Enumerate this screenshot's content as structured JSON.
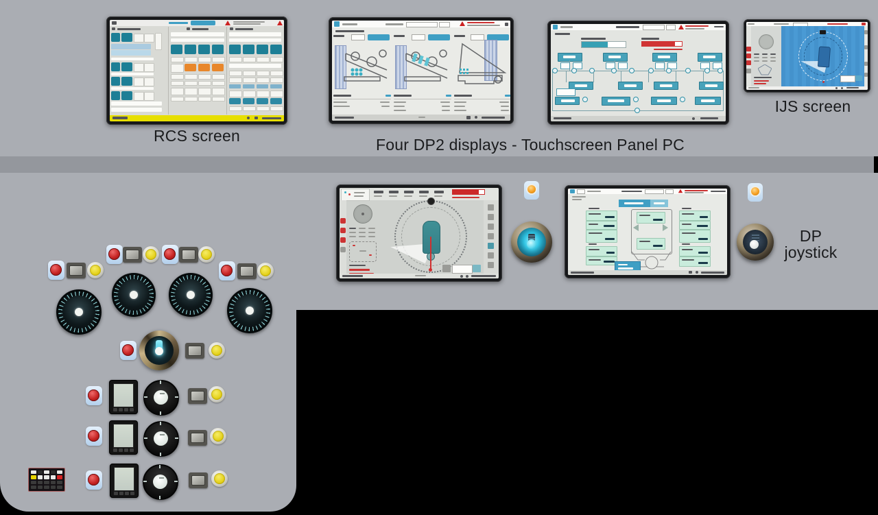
{
  "captions": {
    "rcs": "RCS screen",
    "dp2": "Four DP2 displays - Touchscreen Panel PC",
    "ijs": "IJS screen",
    "dp_joystick": "DP joystick"
  },
  "palette": {
    "console_gray": "#aaadb3",
    "divider_band": "#94979d",
    "background_void": "#000000",
    "rcs_teal_button": "#1d7f96",
    "rcs_orange_button": "#e8872b",
    "rcs_status_yellow": "#e7df00",
    "dp_accent_blue": "#3f9fc4",
    "power_mimic_teal": "#48a2ba",
    "alarm_red": "#d03434",
    "ijs_sea_blue": "#4694cc",
    "thruster_box_mint": "#c9ecdc",
    "vessel_teal": "#3f9096",
    "lamp_orange": "#f49c1c",
    "pushbutton_red": "#c42222",
    "pushbutton_yellow": "#e3cf14"
  },
  "controls": {
    "azimuth_knobs": 4,
    "lever_rows": 3,
    "joysticks": 2,
    "indicator_lamps": 2
  }
}
